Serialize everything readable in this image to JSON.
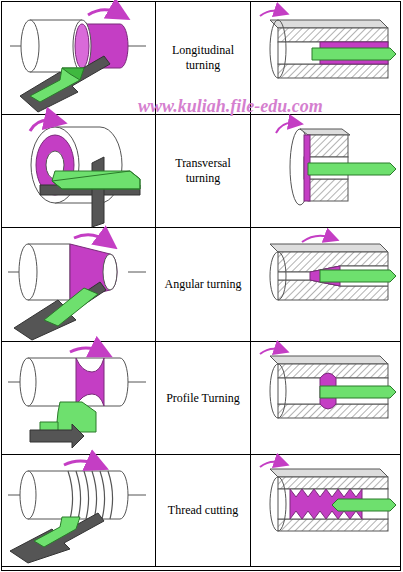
{
  "diagram": {
    "labels": [
      "Longitudinal turning",
      "Transversal turning",
      "Angular turning",
      "Profile Turning",
      "Thread cutting",
      "www.kuliah.file-edu.com"
    ]
  }
}
